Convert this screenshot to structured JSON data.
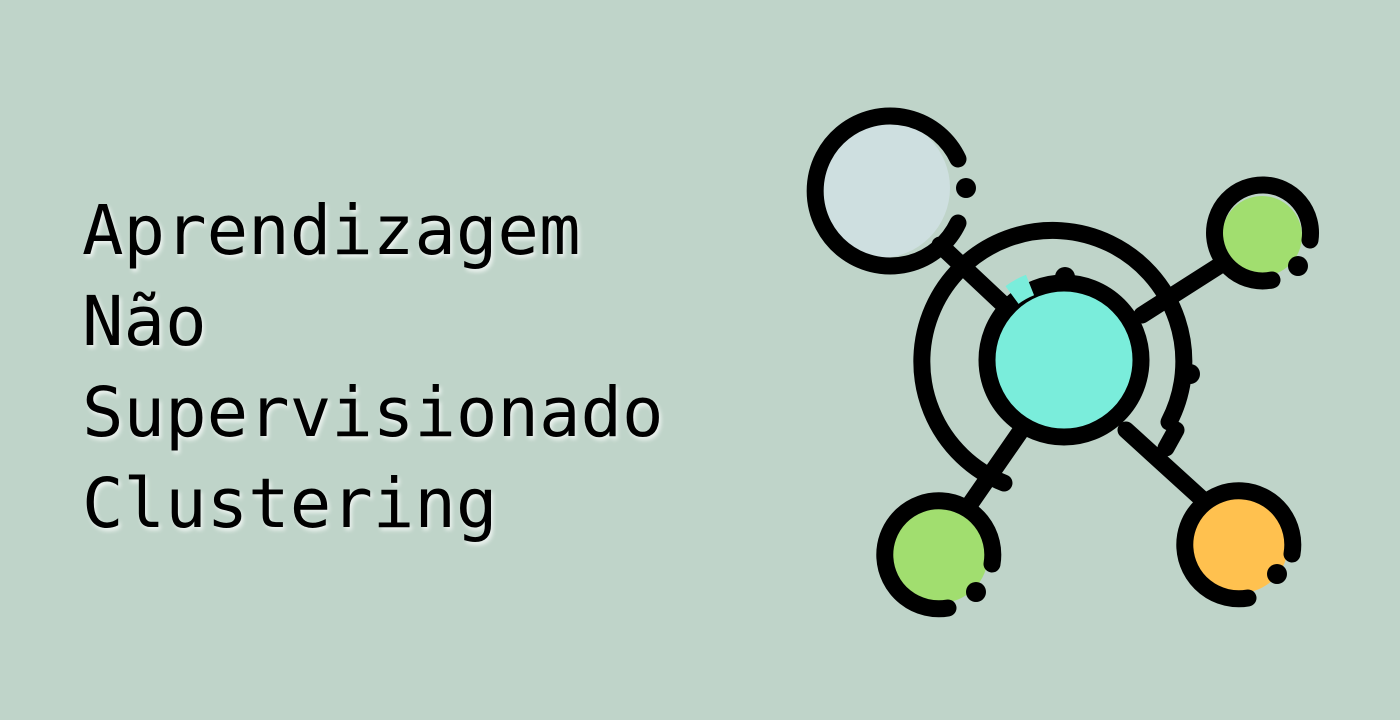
{
  "banner": {
    "title_lines": [
      "Aprendizagem",
      "Não",
      "Supervisionado",
      "Clustering"
    ],
    "icon": "cluster-network-icon",
    "colors": {
      "background": "#bfd4c9",
      "text": "#000000",
      "outline": "#000000",
      "center_node": "#7aeddb",
      "top_left_node": "#cedfe0",
      "green_nodes": "#a1de6f",
      "orange_node": "#ffc14f"
    }
  }
}
